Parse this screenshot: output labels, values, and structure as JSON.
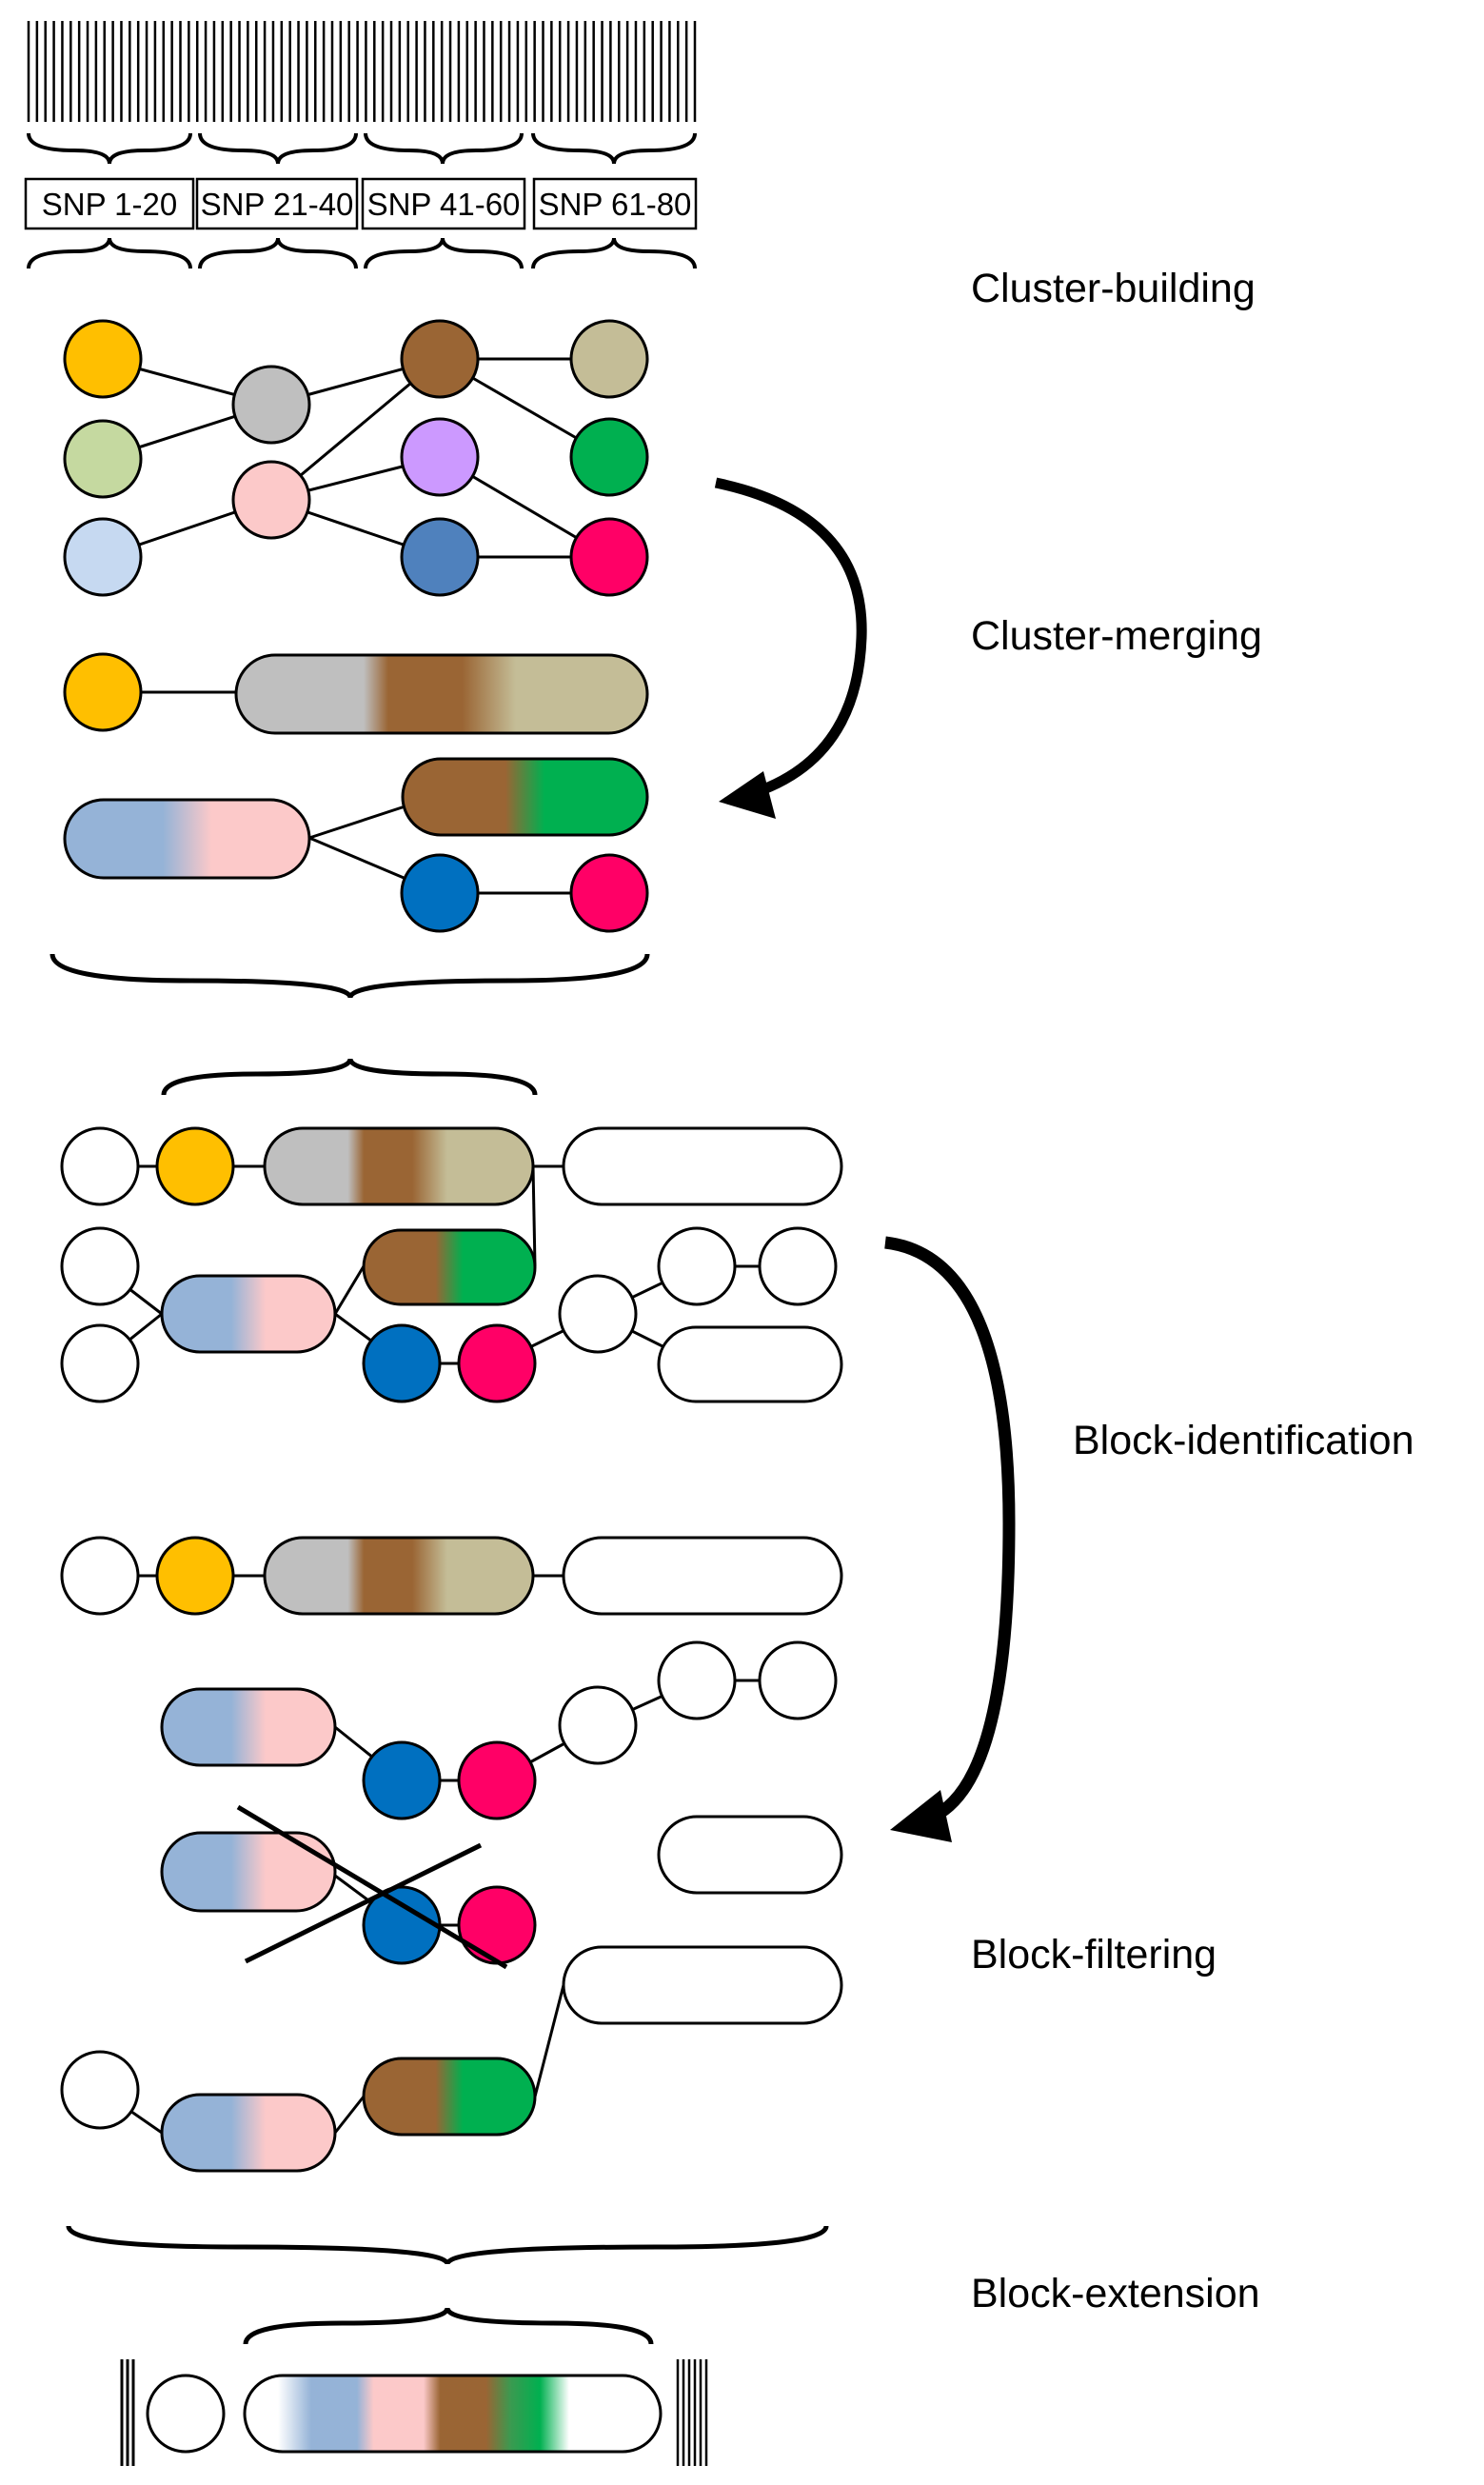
{
  "snp_windows": [
    {
      "label": "SNP 1-20"
    },
    {
      "label": "SNP 21-40"
    },
    {
      "label": "SNP 41-60"
    },
    {
      "label": "SNP 61-80"
    }
  ],
  "steps": [
    {
      "id": "cluster-building",
      "label": "Cluster-building"
    },
    {
      "id": "cluster-merging",
      "label": "Cluster-merging"
    },
    {
      "id": "block-identification",
      "label": "Block-identification"
    },
    {
      "id": "block-filtering",
      "label": "Block-filtering"
    },
    {
      "id": "block-extension",
      "label": "Block-extension"
    }
  ],
  "colors": {
    "yellow": "#ffbf00",
    "light-green": "#c5d9a0",
    "light-blue": "#c6d9f1",
    "grey": "#bfbfbf",
    "pink": "#fcc9c9",
    "brown": "#9a6534",
    "lavender": "#cc99ff",
    "steel-blue": "#4f81bd",
    "tan": "#c4bd97",
    "green": "#00b050",
    "magenta": "#ff0066",
    "blue": "#0070c0",
    "pale-blue": "#95b3d7",
    "white": "#ffffff"
  }
}
